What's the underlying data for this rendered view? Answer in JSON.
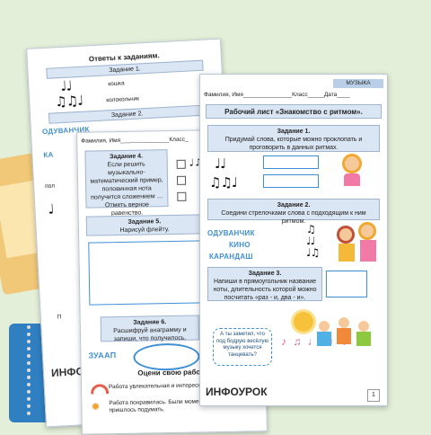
{
  "colors": {
    "background": "#e4efd9",
    "accent": "#3f8fd6",
    "box_fill": "#dbe6f4",
    "badge": "#b9cfe8"
  },
  "answers": {
    "title": "Ответы к заданиям.",
    "task1": "Задание 1.",
    "word1": "кошка",
    "word2": "колокольчик",
    "task2": "Задание 2.",
    "word_odu": "ОДУВАНЧИК",
    "word_ka": "КА",
    "word_pol": "пол",
    "letter_p": "П"
  },
  "mid": {
    "name_line": "Фамилия, Имя_______________Класс_",
    "task4_title": "Задание 4.",
    "task4_text": "Если решить музыкально-математический пример, половинная нота получится сложением … Отметь верное равенство.",
    "task5_title": "Задание 5.",
    "task5_text": "Нарисуй флейту.",
    "task6_title": "Задание 6.",
    "task6_text": "Расшифруй анаграмму и запиши, что получилось.",
    "anagram": "ЗУААП",
    "rate_title": "Оцени свою работу.",
    "rate1": "Работа увлекательная и интересная, справился легко.",
    "rate2": "Работа понравилась. Были моменты, над которыми пришлось подумать."
  },
  "front": {
    "badge": "МУЗЫКА",
    "name_line": "Фамилия, Имя_______________Класс_____Дата____",
    "title": "Рабочий лист «Знакомство с ритмом».",
    "task1_title": "Задание 1.",
    "task1_text": "Придумай слова, которые можно проклопать и проговорить в данных ритмах.",
    "task2_title": "Задание 2.",
    "task2_text": "Соедини стрелочками слова с подходящим к ним ритмом.",
    "words": [
      "ОДУВАНЧИК",
      "КИНО",
      "КАРАНДАШ"
    ],
    "task3_title": "Задание 3.",
    "task3_text": "Напиши в прямоугольник название ноты, длительность которой можно посчитать «раз - и, два - и».",
    "bubble": "А ты заметил, что под бодрую весёлую музыку хочется танцевать?",
    "page": "1"
  },
  "brand": {
    "left": "ИНФОУРОК",
    "front": "ИНФОУРОК"
  },
  "icons": [
    "music-notes-icon",
    "girl-headphones-icon",
    "girls-singing-icon",
    "sun-icon",
    "notes-swirl-icon",
    "spiral-binding-icon",
    "rainbow-icon",
    "star-icon"
  ]
}
